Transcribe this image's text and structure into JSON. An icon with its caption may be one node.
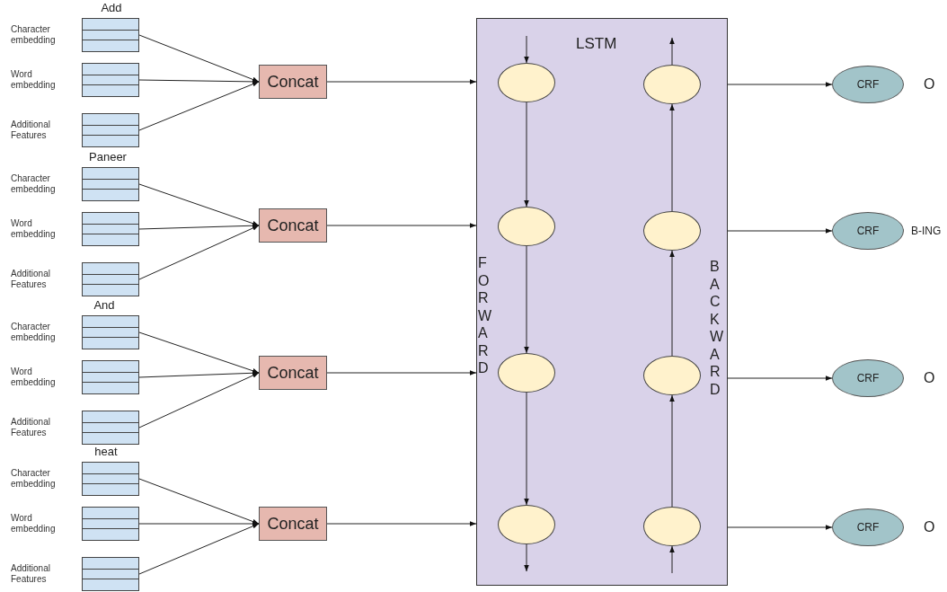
{
  "diagram": {
    "nodes": [
      {
        "text": [
          "LSTM",
          "FORWARD",
          "BACKWARD"
        ]
      },
      {
        "text": [],
        "shape": "box",
        "beside": [
          "Character embedding"
        ]
      },
      {
        "text": [],
        "shape": "box",
        "beside": [
          "Word embedding"
        ]
      },
      {
        "text": [],
        "shape": "box",
        "beside": [
          "Additional Features"
        ]
      },
      {
        "text": [
          "Concat"
        ]
      },
      {
        "text": [],
        "shape": "circle",
        "in": 0
      },
      {
        "text": [],
        "shape": "circle",
        "in": 0
      },
      {
        "text": [
          "CRF"
        ],
        "beside": [
          "O"
        ]
      },
      {
        "text": [],
        "shape": "box",
        "beside": [
          "Character embedding"
        ]
      },
      {
        "text": [],
        "shape": "box",
        "beside": [
          "Word embedding"
        ]
      },
      {
        "text": [],
        "shape": "box",
        "beside": [
          "Additional Features"
        ]
      },
      {
        "text": [
          "Concat"
        ]
      },
      {
        "text": [],
        "shape": "circle",
        "in": 0
      },
      {
        "text": [],
        "shape": "circle",
        "in": 0
      },
      {
        "text": [
          "CRF"
        ],
        "beside": [
          "B-ING"
        ]
      },
      {
        "text": [],
        "shape": "box",
        "beside": [
          "Character embedding"
        ]
      },
      {
        "text": [],
        "shape": "box",
        "beside": [
          "Word embedding"
        ]
      },
      {
        "text": [],
        "shape": "box",
        "beside": [
          "Additional Features"
        ]
      },
      {
        "text": [
          "Concat"
        ]
      },
      {
        "text": [],
        "shape": "circle",
        "in": 0
      },
      {
        "text": [],
        "shape": "circle",
        "in": 0
      },
      {
        "text": [
          "CRF"
        ],
        "beside": [
          "O"
        ]
      },
      {
        "text": [],
        "shape": "box",
        "beside": [
          "Character embedding"
        ]
      },
      {
        "text": [],
        "shape": "box",
        "beside": [
          "Word embedding"
        ]
      },
      {
        "text": [],
        "shape": "box",
        "beside": [
          "Additional Features"
        ]
      },
      {
        "text": [
          "Concat"
        ]
      },
      {
        "text": [],
        "shape": "circle",
        "in": 0
      },
      {
        "text": [],
        "shape": "circle",
        "in": 0
      },
      {
        "text": [
          "CRF"
        ],
        "beside": [
          "O"
        ]
      }
    ],
    "edges": [
      {
        "from": 1,
        "to": 4,
        "arrow": "to"
      },
      {
        "from": 2,
        "to": 4,
        "arrow": "to"
      },
      {
        "from": 3,
        "to": 4,
        "arrow": "to"
      },
      {
        "from": 4,
        "to": 0,
        "arrow": "to"
      },
      {
        "from": 0,
        "to": 7,
        "arrow": "to"
      },
      {
        "from": 8,
        "to": 11,
        "arrow": "to"
      },
      {
        "from": 9,
        "to": 11,
        "arrow": "to"
      },
      {
        "from": 10,
        "to": 11,
        "arrow": "to"
      },
      {
        "from": 11,
        "to": 0,
        "arrow": "to"
      },
      {
        "from": 0,
        "to": 14,
        "arrow": "to"
      },
      {
        "from": 15,
        "to": 18,
        "arrow": "to"
      },
      {
        "from": 16,
        "to": 18,
        "arrow": "to"
      },
      {
        "from": 17,
        "to": 18,
        "arrow": "to"
      },
      {
        "from": 18,
        "to": 0,
        "arrow": "to"
      },
      {
        "from": 0,
        "to": 21,
        "arrow": "to"
      },
      {
        "from": 22,
        "to": 25,
        "arrow": "to"
      },
      {
        "from": 23,
        "to": 25,
        "arrow": "to"
      },
      {
        "from": 24,
        "to": 25,
        "arrow": "to"
      },
      {
        "from": 25,
        "to": 0,
        "arrow": "to"
      },
      {
        "from": 0,
        "to": 28,
        "arrow": "to"
      },
      {
        "from": null,
        "to": 5,
        "arrow": "to"
      },
      {
        "from": 5,
        "to": 12,
        "arrow": "to"
      },
      {
        "from": 12,
        "to": 19,
        "arrow": "to"
      },
      {
        "from": 19,
        "to": 26,
        "arrow": "to"
      },
      {
        "from": 26,
        "to": null,
        "arrow": "to"
      },
      {
        "from": null,
        "to": 27,
        "arrow": "to"
      },
      {
        "from": 27,
        "to": 20,
        "arrow": "to"
      },
      {
        "from": 20,
        "to": 13,
        "arrow": "to"
      },
      {
        "from": 13,
        "to": 6,
        "arrow": "to"
      },
      {
        "from": 6,
        "to": null,
        "arrow": "to"
      }
    ],
    "labels": [
      "Add",
      "Paneer",
      "And",
      "heat"
    ]
  }
}
